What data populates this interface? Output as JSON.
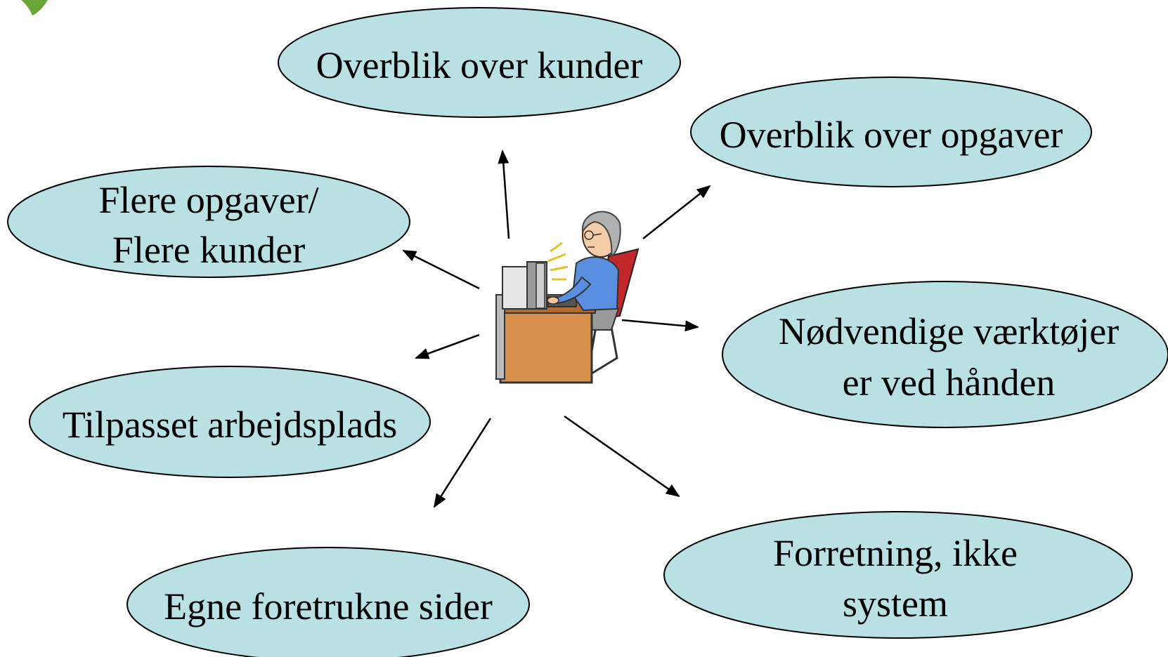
{
  "colors": {
    "bubble_fill": "#b9e0e3",
    "bubble_stroke": "#000000",
    "arrow": "#000000",
    "leaf": "#6aa53a"
  },
  "center_icon": "person-at-computer-icon",
  "bubbles": [
    {
      "id": "overblik-kunder",
      "lines": [
        "Overblik over kunder"
      ]
    },
    {
      "id": "overblik-opgaver",
      "lines": [
        "Overblik over opgaver"
      ]
    },
    {
      "id": "flere-opgaver",
      "lines": [
        "Flere opgaver/",
        "Flere kunder"
      ]
    },
    {
      "id": "noedvendige-vaerktoejer",
      "lines": [
        "Nødvendige værktøjer",
        "er ved hånden"
      ]
    },
    {
      "id": "tilpasset-arbejdsplads",
      "lines": [
        "Tilpasset arbejdsplads"
      ]
    },
    {
      "id": "forretning",
      "lines": [
        "Forretning, ikke",
        "system"
      ]
    },
    {
      "id": "egne-sider",
      "lines": [
        "Egne foretrukne sider"
      ]
    }
  ]
}
